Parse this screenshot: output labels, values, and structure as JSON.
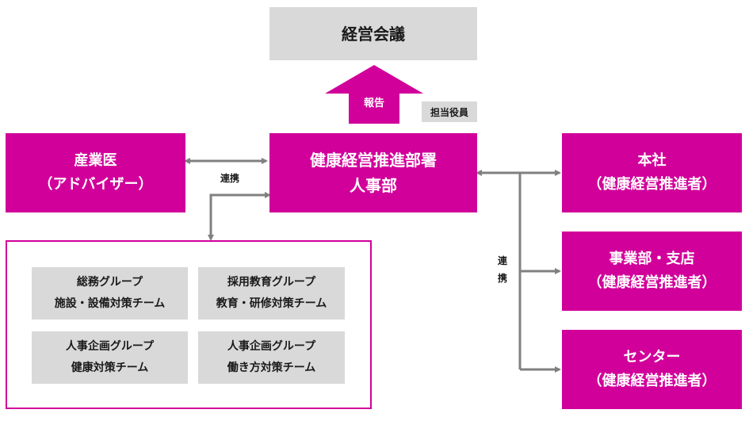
{
  "meeting": {
    "label": "経営会議"
  },
  "report_arrow": {
    "label": "報告"
  },
  "officer_tag": {
    "label": "担当役員"
  },
  "promotion_office": {
    "line1": "健康経営推進部署",
    "line2": "人事部"
  },
  "industrial_physician": {
    "line1": "産業医",
    "line2": "（アドバイザー）"
  },
  "link_label_left": {
    "label": "連携"
  },
  "link_label_right": {
    "chars": [
      "連",
      "携"
    ]
  },
  "groups": [
    {
      "line1": "総務グループ",
      "line2": "施設・設備対策チーム"
    },
    {
      "line1": "採用教育グループ",
      "line2": "教育・研修対策チーム"
    },
    {
      "line1": "人事企画グループ",
      "line2": "健康対策チーム"
    },
    {
      "line1": "人事企画グループ",
      "line2": "働き方対策チーム"
    }
  ],
  "promoters": [
    {
      "line1": "本社",
      "line2": "（健康経営推進者）"
    },
    {
      "line1": "事業部・支店",
      "line2": "（健康経営推進者）"
    },
    {
      "line1": "センター",
      "line2": "（健康経営推進者）"
    }
  ],
  "colors": {
    "accent": "#d1009a",
    "box_gray": "#d9d9d9",
    "connector": "#808080"
  }
}
